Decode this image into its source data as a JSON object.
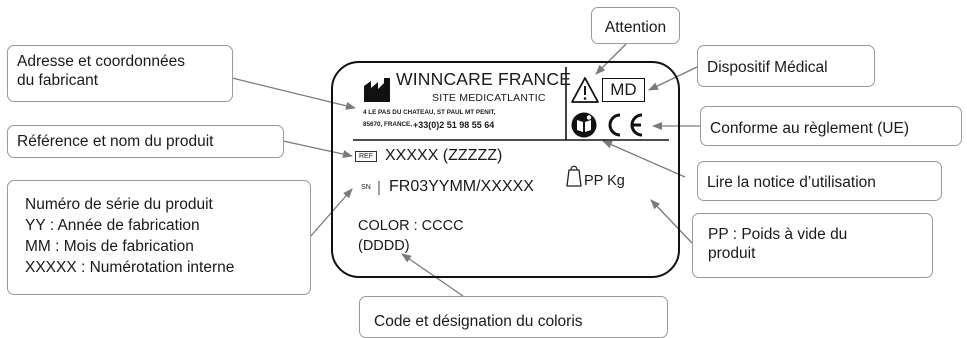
{
  "label": {
    "company": "WINNCARE FRANCE",
    "site": "SITE MEDICATLANTIC",
    "address_line1": "4 LE PAS DU CHATEAU, ST PAUL MT PENIT,",
    "address_line2": "85670, FRANCE,",
    "phone": "+33(0)2 51 98 55 64",
    "md_symbol": "MD",
    "ce_mark": "CE",
    "ref_symbol": "REF",
    "ref_value": "XXXXX (ZZZZZ)",
    "sn_symbol": "SN",
    "sn_value": "FR03YYMM/XXXXX",
    "weight_value": "PP Kg",
    "color_line1": "COLOR : CCCC",
    "color_line2": "(DDDD)"
  },
  "callouts": {
    "manufacturer": [
      "Adresse et coordonnées",
      "du fabricant"
    ],
    "reference": "Référence et nom du produit",
    "serial": [
      "Numéro de série du produit",
      "YY : Année de fabrication",
      "MM : Mois de fabrication",
      "XXXXX : Numérotation interne"
    ],
    "color": "Code et désignation du coloris",
    "attention": "Attention",
    "medical_device": "Dispositif Médical",
    "conformity": "Conforme au règlement (UE)",
    "instructions": "Lire la notice d’utilisation",
    "weight": [
      "PP : Poids à vide du",
      "produit"
    ]
  },
  "icons": {
    "manufacturer": "factory-icon",
    "attention": "warning-triangle-icon",
    "instructions": "read-instructions-icon",
    "weight": "weight-icon"
  }
}
